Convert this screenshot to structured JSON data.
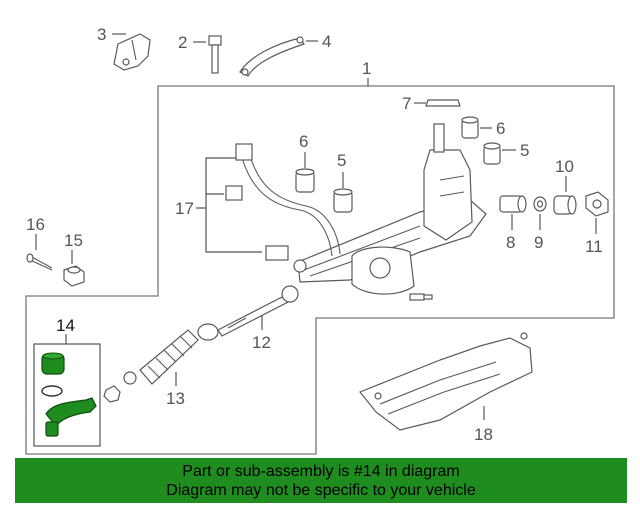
{
  "callouts": {
    "c1": "1",
    "c2": "2",
    "c3": "3",
    "c4": "4",
    "c5a": "5",
    "c5b": "5",
    "c6a": "6",
    "c6b": "6",
    "c7": "7",
    "c8": "8",
    "c9": "9",
    "c10": "10",
    "c11": "11",
    "c12": "12",
    "c13": "13",
    "c14": "14",
    "c15": "15",
    "c16": "16",
    "c17": "17",
    "c18": "18"
  },
  "banner": {
    "line1": "Part or sub-assembly is #14 in diagram",
    "line2": "Diagram may not be specific to your vehicle",
    "color": "#1e8c1e"
  },
  "highlight_color": "#1e8c1e"
}
